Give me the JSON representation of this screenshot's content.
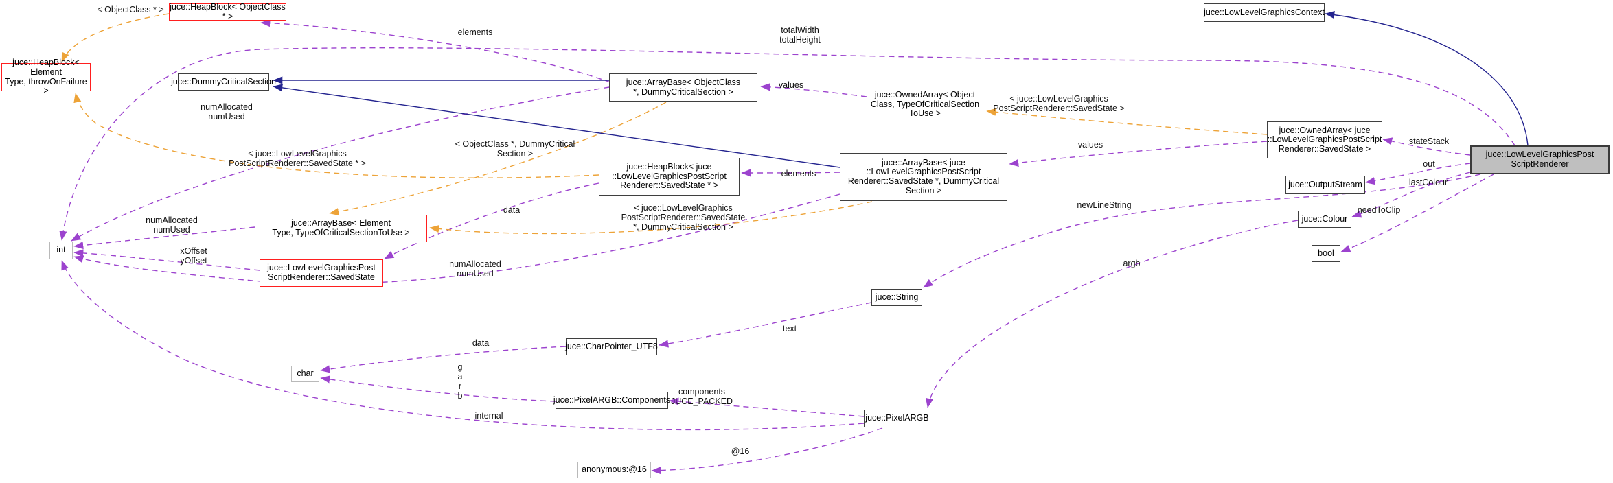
{
  "diagram": {
    "title": "juce::LowLevelGraphicsPostScriptRenderer collaboration diagram",
    "colors": {
      "member_edge": "#9C43CE",
      "template_edge": "#EDA338",
      "inheritance_edge": "#24248F",
      "truncated_node_border": "#FF1F1F",
      "node_border": "#3F3F3F",
      "plain_node_border": "#B9B9B9",
      "subject_node_fill": "#BFBFBF",
      "background": "#FFFFFF"
    },
    "nodes": {
      "hb_obj": {
        "label": "juce::HeapBlock< ObjectClass * >"
      },
      "hb_elem": {
        "label": "juce::HeapBlock< Element\nType, throwOnFailure >"
      },
      "dummy": {
        "label": "juce::DummyCriticalSection"
      },
      "ab_obj": {
        "label": "juce::ArrayBase< ObjectClass\n*, DummyCriticalSection >"
      },
      "oa_obj": {
        "label": "juce::OwnedArray< Object\nClass, TypeOfCriticalSection\nToUse >"
      },
      "ctx": {
        "label": "juce::LowLevelGraphicsContext"
      },
      "oa_ss": {
        "label": "juce::OwnedArray< juce\n::LowLevelGraphicsPostScript\nRenderer::SavedState >"
      },
      "main": {
        "label": "juce::LowLevelGraphicsPost\nScriptRenderer"
      },
      "hb_ss": {
        "label": "juce::HeapBlock< juce\n::LowLevelGraphicsPostScript\nRenderer::SavedState * >"
      },
      "ab_ss": {
        "label": "juce::ArrayBase< juce\n::LowLevelGraphicsPostScript\nRenderer::SavedState *, DummyCritical\nSection >"
      },
      "out": {
        "label": "juce::OutputStream"
      },
      "colour": {
        "label": "juce::Colour"
      },
      "bool": {
        "label": "bool"
      },
      "ab_elem": {
        "label": "juce::ArrayBase< Element\nType, TypeOfCriticalSectionToUse >"
      },
      "savedstate": {
        "label": "juce::LowLevelGraphicsPost\nScriptRenderer::SavedState"
      },
      "int": {
        "label": "int"
      },
      "string": {
        "label": "juce::String"
      },
      "utf8": {
        "label": "juce::CharPointer_UTF8"
      },
      "char": {
        "label": "char"
      },
      "comps": {
        "label": "juce::PixelARGB::Components"
      },
      "pixel": {
        "label": "juce::PixelARGB"
      },
      "anon": {
        "label": "anonymous:@16"
      }
    },
    "edge_labels": {
      "tpl_objclass": "< ObjectClass * >",
      "elements_top": "elements",
      "totalwh": "totalWidth\ntotalHeight",
      "values_top": "values",
      "tpl_oa": "< juce::LowLevelGraphics\nPostScriptRenderer::SavedState >",
      "numalloc_top": "numAllocated\nnumUsed",
      "tpl_ab_obj": "< ObjectClass *, DummyCritical\nSection >",
      "tpl_hb_ss": "< juce::LowLevelGraphics\nPostScriptRenderer::SavedState * >",
      "statestack": "stateStack",
      "out": "out",
      "lastcolour": "lastColour",
      "needtoclip": "needToClip",
      "data_heapblock": "data",
      "tpl_ab_ss": "< juce::LowLevelGraphics\nPostScriptRenderer::SavedState\n*, DummyCriticalSection >",
      "values_mid": "values",
      "elements_mid": "elements",
      "newlinestring": "newLineString",
      "numalloc_left": "numAllocated\nnumUsed",
      "xyoffset": "xOffset\nyOffset",
      "numalloc_bot": "numAllocated\nnumUsed",
      "argb": "argb",
      "text": "text",
      "data_charptr": "data",
      "garb": "g\na\nr\nb",
      "components": "components\nJUCE_PACKED",
      "internal": "internal",
      "at16": "@16"
    }
  }
}
